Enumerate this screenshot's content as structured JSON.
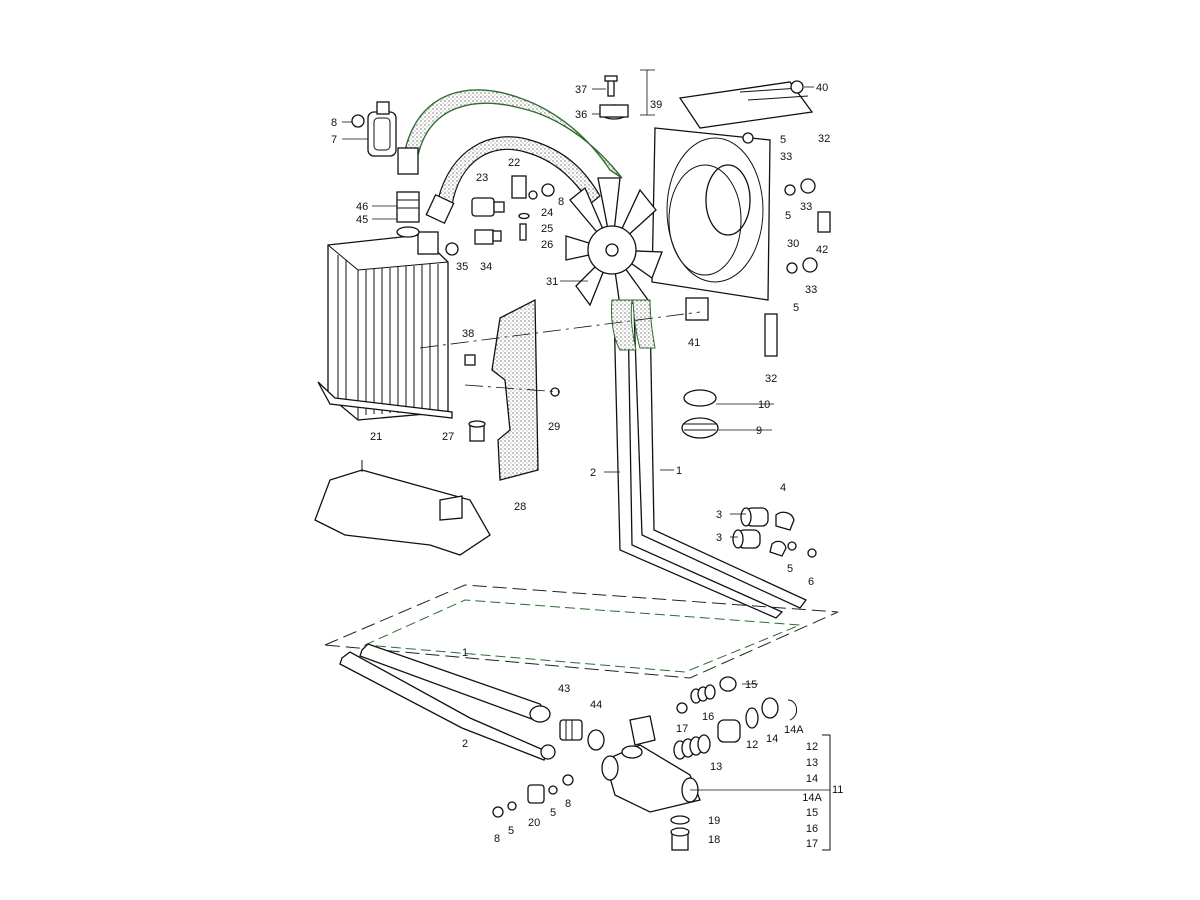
{
  "callouts": {
    "c37": "37",
    "c36": "36",
    "c39": "39",
    "c40": "40",
    "c32a": "32",
    "c5a": "5",
    "c33a": "33",
    "c8a": "8",
    "c7": "7",
    "c46": "46",
    "c45": "45",
    "c23": "23",
    "c22": "22",
    "c8b": "8",
    "c24": "24",
    "c25": "25",
    "c26": "26",
    "c35": "35",
    "c34": "34",
    "c5b": "5",
    "c33b": "33",
    "c30": "30",
    "c42": "42",
    "c33c": "33",
    "c5c": "5",
    "c31": "31",
    "c41": "41",
    "c32b": "32",
    "c38": "38",
    "c21": "21",
    "c27": "27",
    "c29": "29",
    "c28": "28",
    "c10": "10",
    "c9": "9",
    "c2a": "2",
    "c1a": "1",
    "c4": "4",
    "c3a": "3",
    "c3b": "3",
    "c5d": "5",
    "c6": "6",
    "c1b": "1",
    "c2b": "2",
    "c43": "43",
    "c44": "44",
    "c15": "15",
    "c17": "17",
    "c16": "16",
    "c12a": "12",
    "c14a": "14",
    "c14Aa": "14A",
    "c13": "13",
    "c11": "11",
    "c19": "19",
    "c18": "18",
    "c8c": "8",
    "c5e": "5",
    "c20": "20",
    "c8d": "8",
    "c5f": "5"
  },
  "kit_list": [
    "12",
    "13",
    "14",
    "14A",
    "15",
    "16",
    "17"
  ],
  "colors": {
    "ink": "#111111",
    "accent_green": "#2e6b2e",
    "background": "#ffffff"
  }
}
